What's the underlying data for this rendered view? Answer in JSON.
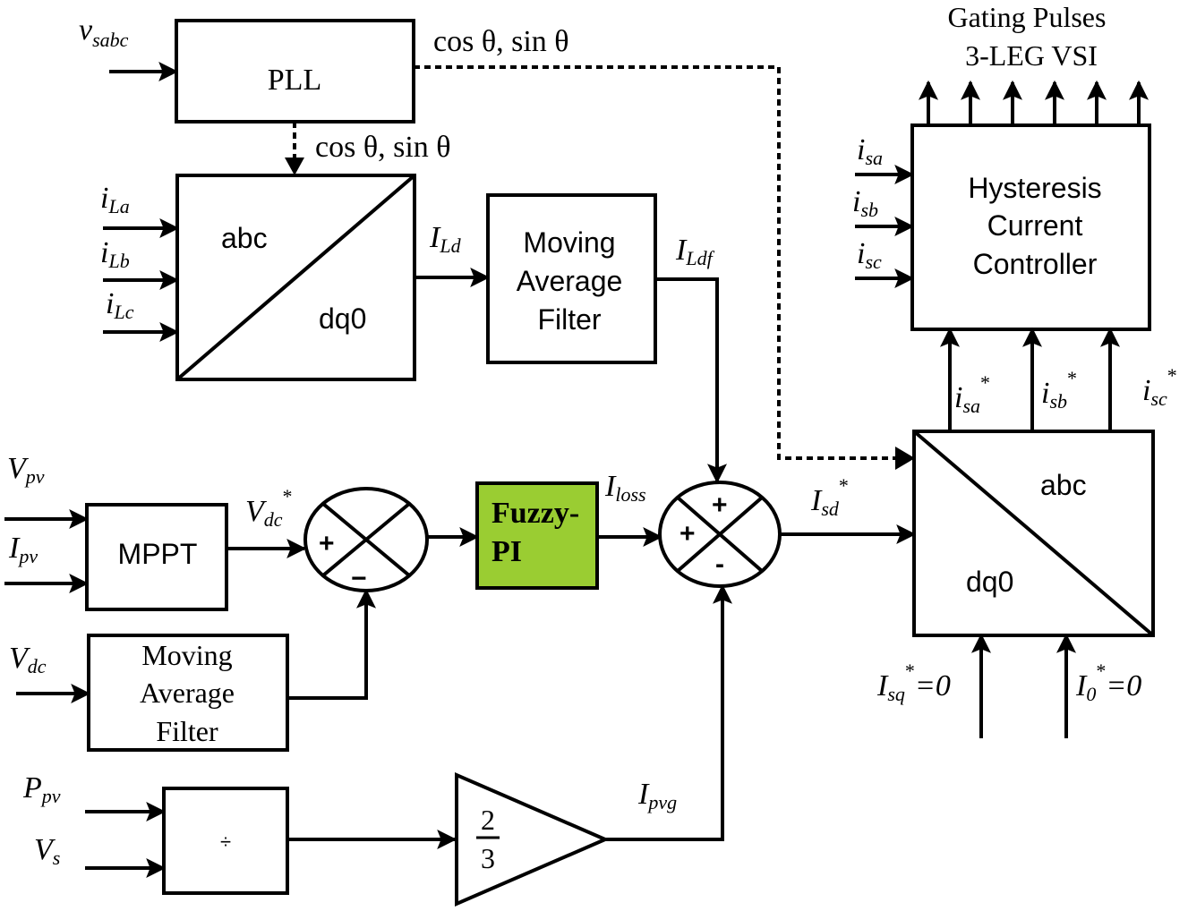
{
  "header": {
    "line1": "Gating Pulses",
    "line2": "3-LEG  VSI"
  },
  "blocks": {
    "pll": "PLL",
    "abc_dq0_top": {
      "in_frame": "abc",
      "out_frame": "dq0"
    },
    "maf_top": [
      "Moving",
      "Average",
      "Filter"
    ],
    "hcc": [
      "Hysteresis",
      "Current",
      "Controller"
    ],
    "mppt": "MPPT",
    "fuzzy_pi": [
      "Fuzzy-",
      "PI"
    ],
    "maf_bottom": [
      "Moving",
      "Average",
      "Filter"
    ],
    "divider": "÷",
    "gain": {
      "num": "2",
      "den": "3"
    },
    "dq0_abc": {
      "in_frame": "dq0",
      "out_frame": "abc"
    }
  },
  "signs": {
    "sum1_plus": "+",
    "sum1_minus": "−",
    "sum2_plus_top": "+",
    "sum2_plus_left": "+",
    "sum2_minus": "-"
  },
  "signals": {
    "v_sabc": {
      "base": "v",
      "sub": "sabc"
    },
    "cos_sin_1": "cos θ, sin θ",
    "cos_sin_2": "cos θ, sin θ",
    "i_La": {
      "base": "i",
      "sub": "La"
    },
    "i_Lb": {
      "base": "i",
      "sub": "Lb"
    },
    "i_Lc": {
      "base": "i",
      "sub": "Lc"
    },
    "I_Ld": {
      "base": "I",
      "sub": "Ld"
    },
    "I_Ldf": {
      "base": "I",
      "sub": "Ldf"
    },
    "V_pv": {
      "base": "V",
      "sub": "pv"
    },
    "I_pv": {
      "base": "I",
      "sub": "pv"
    },
    "V_dc_star": {
      "base": "V",
      "sub": "dc",
      "sup": "*"
    },
    "I_loss": {
      "base": "I",
      "sub": "loss"
    },
    "I_sd_star": {
      "base": "I",
      "sub": "sd",
      "sup": "*"
    },
    "V_dc": {
      "base": "V",
      "sub": "dc"
    },
    "P_pv": {
      "base": "P",
      "sub": "pv"
    },
    "V_s": {
      "base": "V",
      "sub": "s"
    },
    "I_pvg": {
      "base": "I",
      "sub": "pvg"
    },
    "i_sa": {
      "base": "i",
      "sub": "sa"
    },
    "i_sb": {
      "base": "i",
      "sub": "sb"
    },
    "i_sc": {
      "base": "i",
      "sub": "sc"
    },
    "i_sa_star": {
      "base": "i",
      "sub": "sa",
      "sup": "*"
    },
    "i_sb_star": {
      "base": "i",
      "sub": "sb",
      "sup": "*"
    },
    "i_sc_star": {
      "base": "i",
      "sub": "sc",
      "sup": "*"
    },
    "I_sq_zero": {
      "base": "I",
      "sub": "sq",
      "sup": "*",
      "tail": "=0"
    },
    "I_0_zero": {
      "base": "I",
      "sub": "0",
      "sup": "*",
      "tail": "=0"
    }
  },
  "colors": {
    "fuzzy_fill": "#9acd32",
    "line": "#000000"
  }
}
